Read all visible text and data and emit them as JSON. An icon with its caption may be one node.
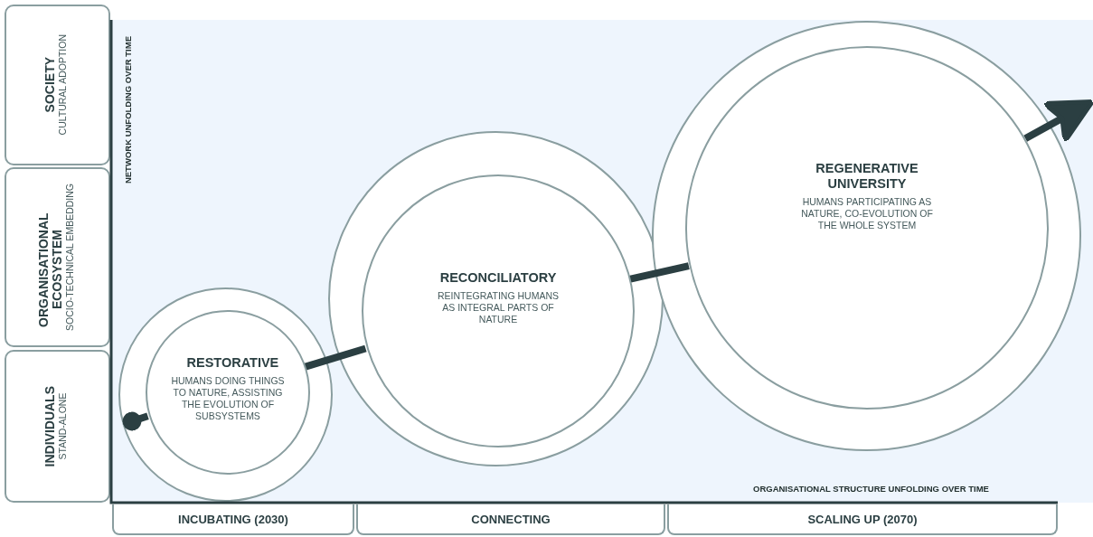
{
  "diagram": {
    "nodes": [
      {
        "text": [
          "SOCIETY",
          "CULTURAL ADOPTION"
        ]
      },
      {
        "text": [
          "ORGANISATIONAL ECOSYSTEM",
          "SOCIO-TECHNICAL EMBEDDING"
        ]
      },
      {
        "text": [
          "INDIVIDUALS",
          "STAND-ALONE"
        ]
      },
      {
        "text": [],
        "shape": "circle"
      },
      {
        "text": [
          "RESTORATIVE",
          "HUMANS DOING THINGS TO NATURE, ASSISTING THE EVOLUTION OF SUBSYSTEMS"
        ],
        "in": 3
      },
      {
        "text": [],
        "shape": "circle"
      },
      {
        "text": [
          "RECONCILIATORY",
          "REINTEGRATING HUMANS AS INTEGRAL PARTS OF NATURE"
        ],
        "in": 5
      },
      {
        "text": [],
        "shape": "circle"
      },
      {
        "text": [
          "REGENERATIVE UNIVERSITY",
          "HUMANS PARTICIPATING AS NATURE, CO-EVOLUTION OF THE WHOLE SYSTEM"
        ],
        "in": 7
      },
      {
        "text": [
          "INCUBATING (2030)"
        ]
      },
      {
        "text": [
          "CONNECTING"
        ]
      },
      {
        "text": [
          "SCALING UP (2070)"
        ]
      }
    ],
    "edges": [
      {
        "from": null,
        "to": 4,
        "arrow": "other"
      },
      {
        "from": 4,
        "to": 6,
        "arrow": "none"
      },
      {
        "from": 6,
        "to": 8,
        "arrow": "none"
      },
      {
        "from": 8,
        "to": null,
        "arrow": "to"
      }
    ],
    "labels": [
      "NETWORK UNFOLDING OVER TIME",
      "ORGANISATIONAL STRUCTURE UNFOLDING OVER TIME"
    ]
  }
}
